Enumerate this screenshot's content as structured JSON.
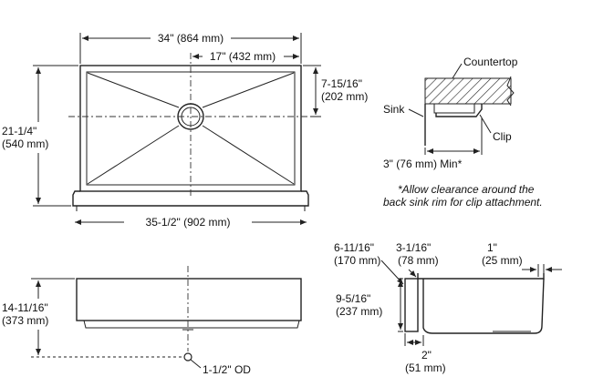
{
  "top_view": {
    "width_overall": "34\" (864 mm)",
    "half_width": "17\" (432 mm)",
    "drain_offset_in": "7-15/16\"",
    "drain_offset_mm": "(202 mm)",
    "depth_in": "21-1/4\"",
    "depth_mm": "(540 mm)",
    "apron_width": "35-1/2\" (902 mm)"
  },
  "clip_detail": {
    "countertop": "Countertop",
    "sink": "Sink",
    "clip": "Clip",
    "min_clearance": "3\" (76 mm) Min*",
    "note_line1": "*Allow clearance around the",
    "note_line2": "back sink rim for clip attachment."
  },
  "front_view": {
    "height_in": "14-11/16\"",
    "height_mm": "(373 mm)",
    "drain_od": "1-1/2\" OD"
  },
  "side_view": {
    "apron_depth_in": "6-11/16\"",
    "apron_depth_mm": "(170 mm)",
    "flange_in": "3-1/16\"",
    "flange_mm": "(78 mm)",
    "apron_height_in": "9-5/16\"",
    "apron_height_mm": "(237 mm)",
    "bottom_in": "2\"",
    "bottom_mm": "(51 mm)",
    "rim_in": "1\"",
    "rim_mm": "(25 mm)"
  }
}
